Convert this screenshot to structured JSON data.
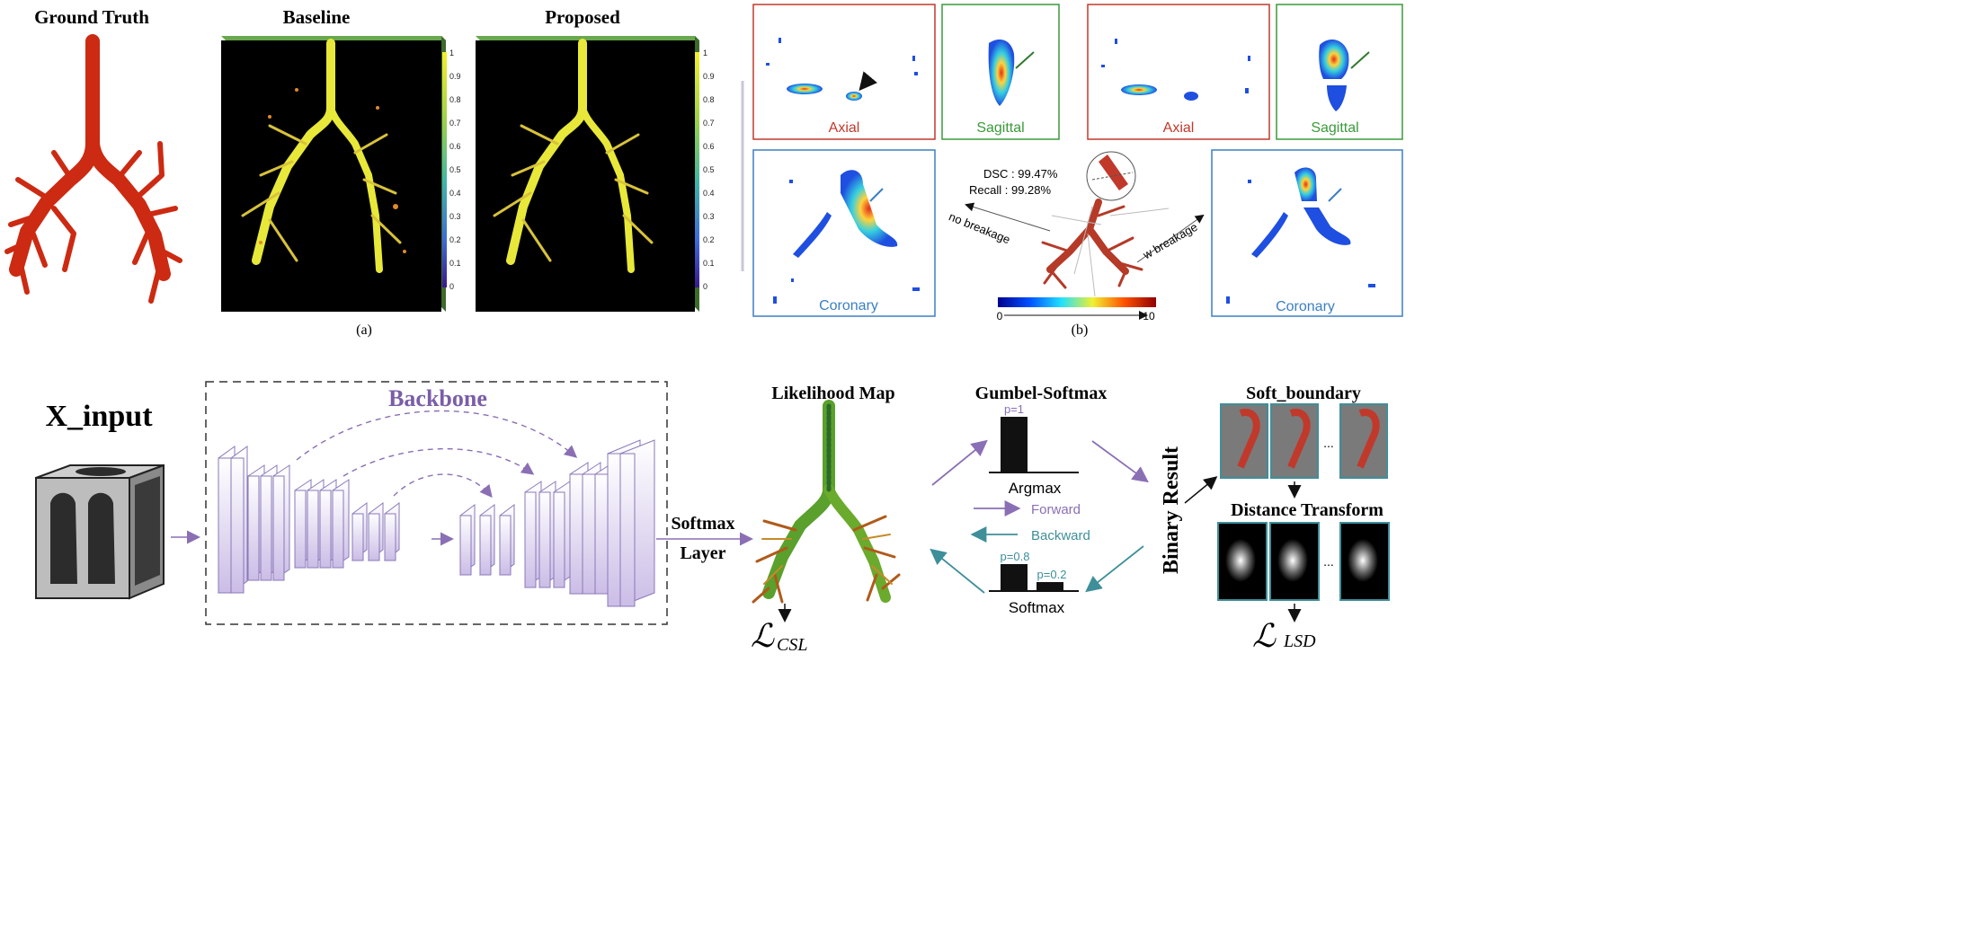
{
  "panel_a": {
    "ground_truth": "Ground Truth",
    "baseline": "Baseline",
    "proposed": "Proposed",
    "caption": "(a)",
    "colorbar_ticks": [
      "1",
      "0.9",
      "0.8",
      "0.7",
      "0.6",
      "0.5",
      "0.4",
      "0.3",
      "0.2",
      "0.1",
      "0"
    ]
  },
  "panel_b": {
    "axial": "Axial",
    "sagittal": "Sagittal",
    "coronary": "Coronary",
    "dsc": "DSC : 99.47%",
    "recall": "Recall : 99.28%",
    "no_breakage": "no breakage",
    "w_breakage": "w breakage",
    "scale_min": "0",
    "scale_max": "10",
    "caption": "(b)"
  },
  "pipeline": {
    "x_input": "X_input",
    "backbone": "Backbone",
    "softmax_layer_1": "Softmax",
    "softmax_layer_2": "Layer",
    "likelihood_map": "Likelihood Map",
    "gumbel_softmax": "Gumbel-Softmax",
    "p1": "p=1",
    "argmax": "Argmax",
    "forward": "Forward",
    "backward": "Backward",
    "p08": "p=0.8",
    "p02": "p=0.2",
    "softmax": "Softmax",
    "binary_result": "Binary Result",
    "soft_boundary": "Soft_boundary",
    "distance_transform": "Distance Transform",
    "ellipsis": "...",
    "loss_csl_symbol": "ℒ",
    "loss_csl_sub": "CSL",
    "loss_lsd_symbol": "ℒ",
    "loss_lsd_sub": "LSD"
  },
  "colors": {
    "axial_frame": "#c0392b",
    "sagittal_frame": "#3a9a3a",
    "coronary_frame": "#3b7fc4",
    "backbone": "#7a5ea8",
    "forward": "#8a6fb5",
    "backward": "#3e8f99",
    "airway_red": "#cc2a12"
  }
}
